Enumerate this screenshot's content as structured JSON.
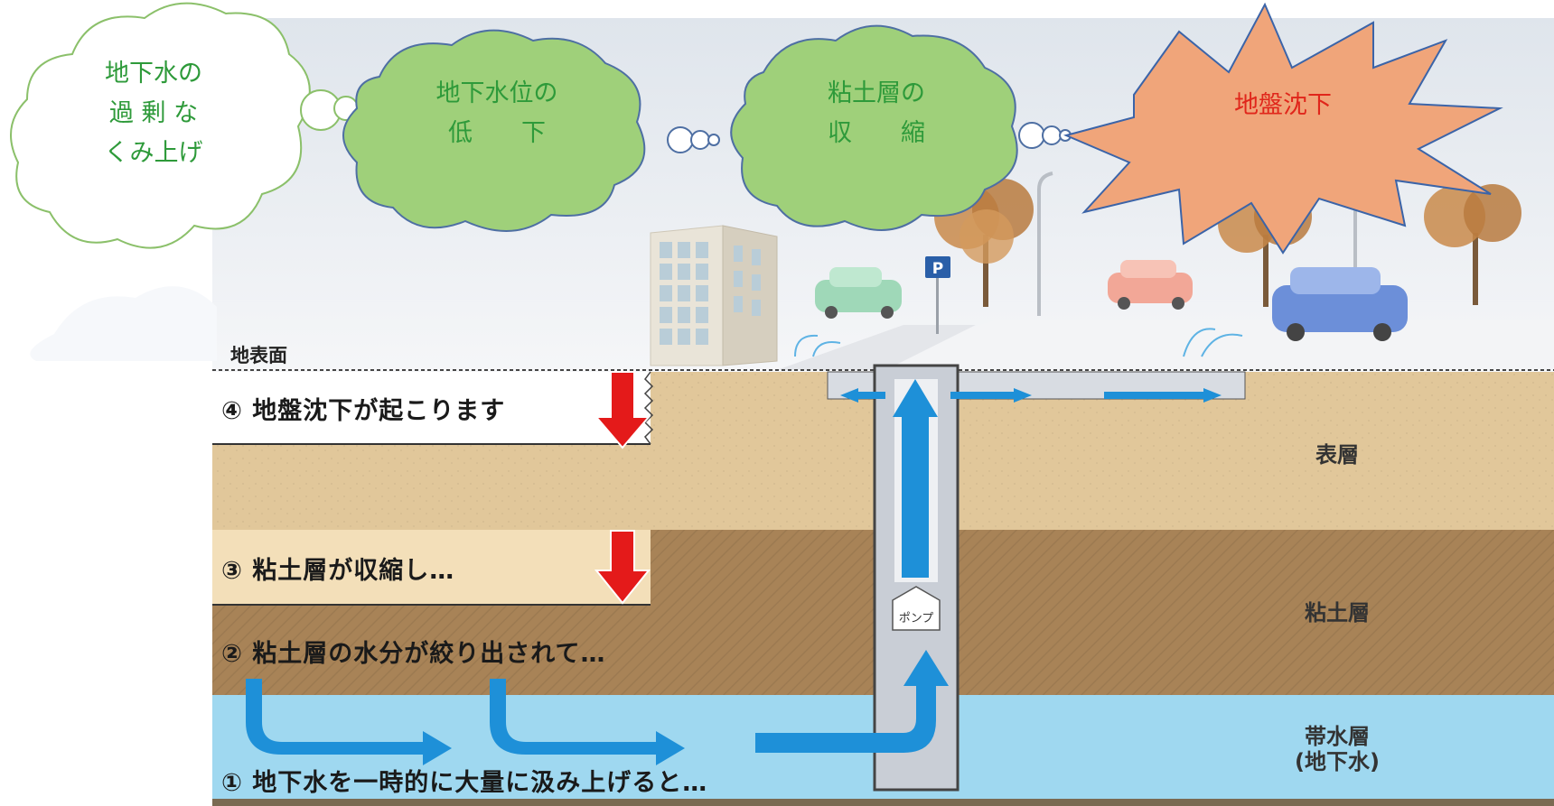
{
  "clouds": {
    "overpumping": [
      "地下水の",
      "過 剰 な",
      "くみ上げ"
    ],
    "water_level_drop": [
      "地下水位の",
      "低　　下"
    ],
    "clay_shrink": [
      "粘土層の",
      "収　　縮"
    ],
    "subsidence": "地盤沈下"
  },
  "ground_surface_label": "地表面",
  "parking_sign": "P",
  "pump_label": "ポンプ",
  "steps": {
    "step4": "④ 地盤沈下が起こります",
    "step3": "③ 粘土層が収縮し…",
    "step2": "② 粘土層の水分が絞り出されて…",
    "step1": "① 地下水を一時的に大量に汲み上げると…"
  },
  "strata": {
    "surface": "表層",
    "clay": "粘土層",
    "aquifer_line1": "帯水層",
    "aquifer_line2": "(地下水)"
  },
  "colors": {
    "cloud_green": "#9fd07a",
    "cloud_text_green": "#2e9a3a",
    "burst_fill": "#f0a57a",
    "burst_text": "#e0261b",
    "sky": "#e9edf2",
    "surface_soil": "#e1c79a",
    "clay_soil": "#a88357",
    "aquifer": "#9fd8f0",
    "arrow_blue": "#1e90d8",
    "arrow_red": "#e41a1a"
  }
}
